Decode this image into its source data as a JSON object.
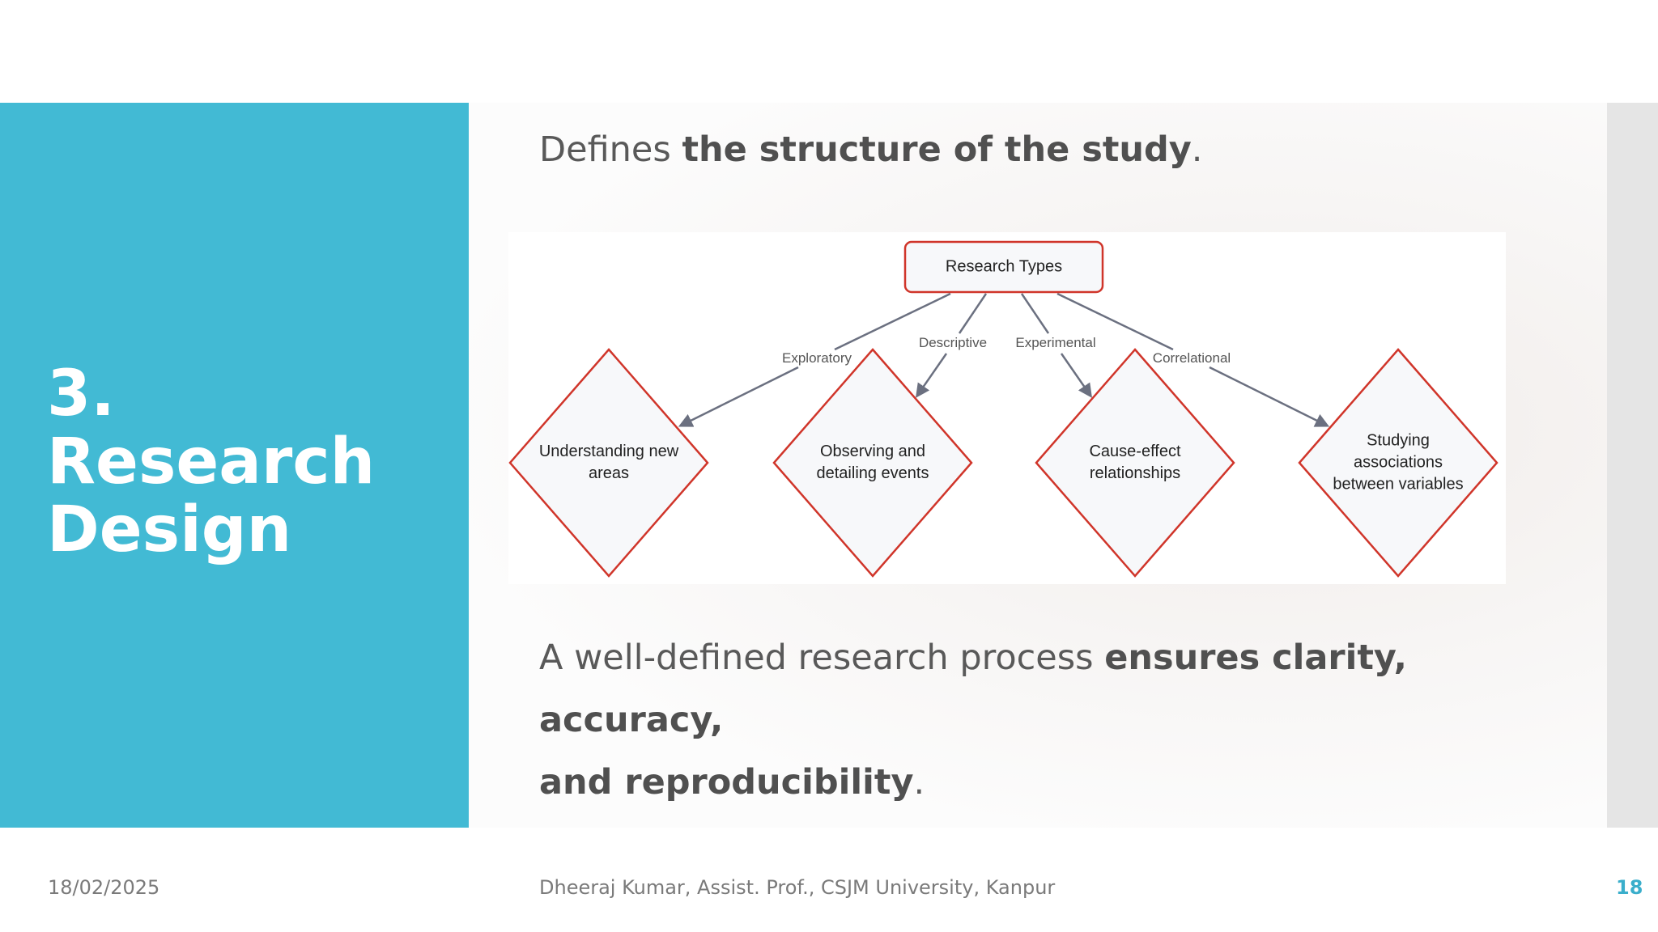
{
  "slide": {
    "title": "3. Research\nDesign",
    "intro": {
      "prefix": "Defines ",
      "bold": "the structure of the study",
      "suffix": "."
    },
    "conclusion": {
      "prefix": "A well-defined research process ",
      "bold1": "ensures clarity, accuracy,",
      "bold2": "and reproducibility",
      "suffix": "."
    }
  },
  "diagram": {
    "root": "Research Types",
    "branches": [
      {
        "edge_label": "Exploratory",
        "node": "Understanding new\nareas"
      },
      {
        "edge_label": "Descriptive",
        "node": "Observing and\ndetailing events"
      },
      {
        "edge_label": "Experimental",
        "node": "Cause-effect\nrelationships"
      },
      {
        "edge_label": "Correlational",
        "node": "Studying\nassociations\nbetween variables"
      }
    ]
  },
  "footer": {
    "date": "18/02/2025",
    "author": "Dheeraj Kumar, Assist. Prof., CSJM University, Kanpur",
    "page_number": "18"
  },
  "colors": {
    "title_panel": "#42bad4",
    "node_border": "#d0352a",
    "node_fill": "#f7f8fa",
    "edge": "#6b7080",
    "page_number": "#3aaecb"
  }
}
